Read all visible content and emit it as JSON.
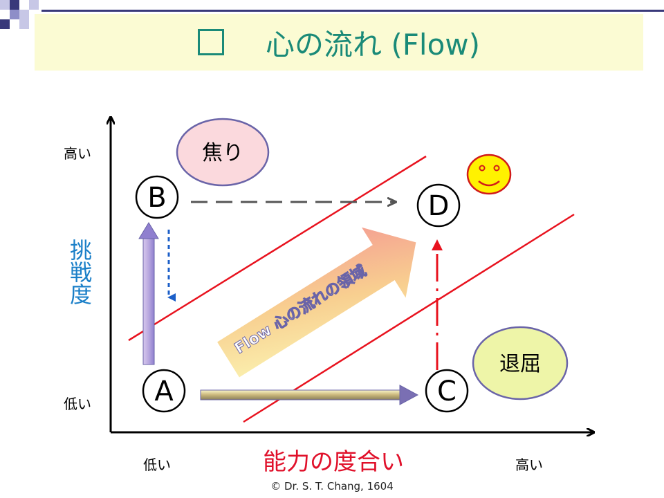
{
  "title": {
    "text": "心の流れ (Flow)"
  },
  "y_axis": {
    "title": "挑戦度",
    "high_label": "高い",
    "low_label": "低い"
  },
  "x_axis": {
    "title": "能力の度合い",
    "low_label": "低い",
    "high_label": "高い"
  },
  "states": {
    "a": "A",
    "b": "B",
    "c": "C",
    "d": "D"
  },
  "zones": {
    "anxiety": "焦り",
    "boredom": "退屈",
    "flow": "Flow 心の流れの領域"
  },
  "colors": {
    "title_teal": "#1a8a78",
    "axis_blue": "#1a7fc8",
    "axis_red": "#e0102a",
    "boundary_red": "#e8121e",
    "anxiety_fill": "#fbd9dd",
    "boredom_fill": "#eef5a8",
    "ellipse_stroke": "#6a64a8"
  },
  "footer": {
    "copyright": "© Dr. S. T. Chang, 1604"
  }
}
